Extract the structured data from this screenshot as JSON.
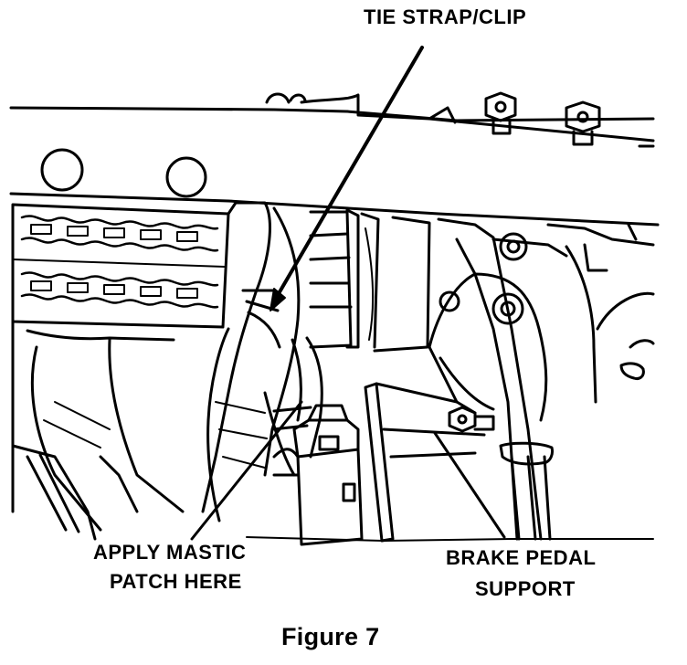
{
  "labels": {
    "tie_strap": "TIE STRAP/CLIP",
    "mastic_line1": "APPLY MASTIC",
    "mastic_line2": "PATCH HERE",
    "brake_line1": "BRAKE PEDAL",
    "brake_line2": "SUPPORT"
  },
  "caption": "Figure 7",
  "colors": {
    "ink": "#000000",
    "paper": "#ffffff"
  }
}
